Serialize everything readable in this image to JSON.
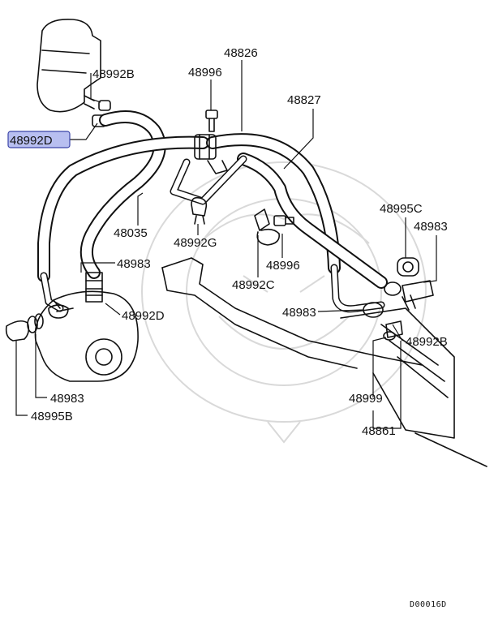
{
  "diagram": {
    "labels": {
      "p48992B_top": "48992B",
      "p48992D_top": "48992D",
      "p48996_top": "48996",
      "p48826": "48826",
      "p48827": "48827",
      "p48035": "48035",
      "p48992G": "48992G",
      "p48996_mid": "48996",
      "p48992C": "48992C",
      "p48995C": "48995C",
      "p48983_right": "48983",
      "p48983_left": "48983",
      "p48992D_mid": "48992D",
      "p48983_mid": "48983",
      "p48992B_right": "48992B",
      "p48983_bottom": "48983",
      "p48995B": "48995B",
      "p48999": "48999",
      "p48861": "48861"
    },
    "highlighted": "48992D",
    "drawing_code": "D00016D",
    "highlight_color": "#b8bff0"
  }
}
